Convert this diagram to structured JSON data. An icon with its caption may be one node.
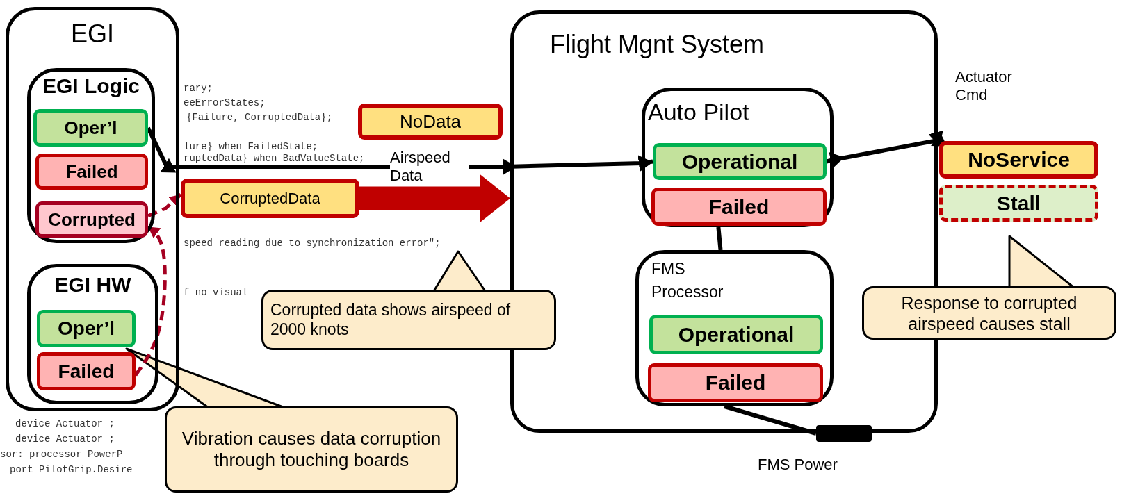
{
  "diagram": {
    "nodes": [
      {
        "text": [
          "EGI"
        ]
      },
      {
        "text": [
          "EGI Logic"
        ],
        "in": 0
      },
      {
        "text": [
          "Oper’l"
        ],
        "in": 1
      },
      {
        "text": [
          "Failed"
        ],
        "in": 1
      },
      {
        "text": [
          "Corrupted"
        ],
        "in": 1
      },
      {
        "text": [
          "EGI HW"
        ],
        "in": 0
      },
      {
        "text": [
          "Oper’l"
        ],
        "in": 5
      },
      {
        "text": [
          "Failed"
        ],
        "in": 5
      },
      {
        "text": [
          "NoData"
        ]
      },
      {
        "text": [
          "CorruptedData"
        ]
      },
      {
        "text": [
          "Flight Mgnt System"
        ]
      },
      {
        "text": [
          "Auto Pilot"
        ],
        "in": 10
      },
      {
        "text": [
          "Operational"
        ],
        "in": 11
      },
      {
        "text": [
          "Failed"
        ],
        "in": 11
      },
      {
        "text": [
          "FMS Processor"
        ],
        "in": 10
      },
      {
        "text": [
          "Operational"
        ],
        "in": 14
      },
      {
        "text": [
          "Failed"
        ],
        "in": 14
      },
      {
        "text": [],
        "shape": "bar",
        "beside": [
          "FMS Power"
        ]
      },
      {
        "text": [
          "NoService"
        ]
      },
      {
        "text": [
          "Stall"
        ]
      },
      {
        "text": [
          "Corrupted data shows airspeed of 2000 knots"
        ]
      },
      {
        "text": [
          "Response to corrupted airspeed causes stall"
        ]
      },
      {
        "text": [
          "Vibration causes data corruption through touching boards"
        ]
      }
    ],
    "edges": [
      {
        "from": 2,
        "to": 12,
        "arrow": "to",
        "label": "Airspeed Data"
      },
      {
        "from": 12,
        "to": 18,
        "arrow": "to",
        "label": "Actuator Cmd"
      },
      {
        "from": 9,
        "to": 10,
        "arrow": "to",
        "style": "thick",
        "color": "#c00000"
      },
      {
        "from": 7,
        "to": 4,
        "arrow": "to",
        "style": "dashed",
        "color": "#a50021"
      },
      {
        "from": 4,
        "to": 9,
        "arrow": "to",
        "style": "dashed",
        "color": "#a50021"
      },
      {
        "from": 11,
        "to": 14,
        "arrow": "none"
      },
      {
        "from": 14,
        "to": 17,
        "arrow": "none"
      }
    ],
    "labels": [
      "rary;",
      "eeErrorStates;",
      "{Failure, CorruptedData};",
      "lure} when FailedState;",
      "ruptedData} when BadValueState;",
      "speed reading due to synchronization error\";",
      "f no visual",
      "device Actuator ;",
      "device Actuator ;",
      "sor: processor PowerP",
      "port PilotGrip.Desire"
    ]
  }
}
